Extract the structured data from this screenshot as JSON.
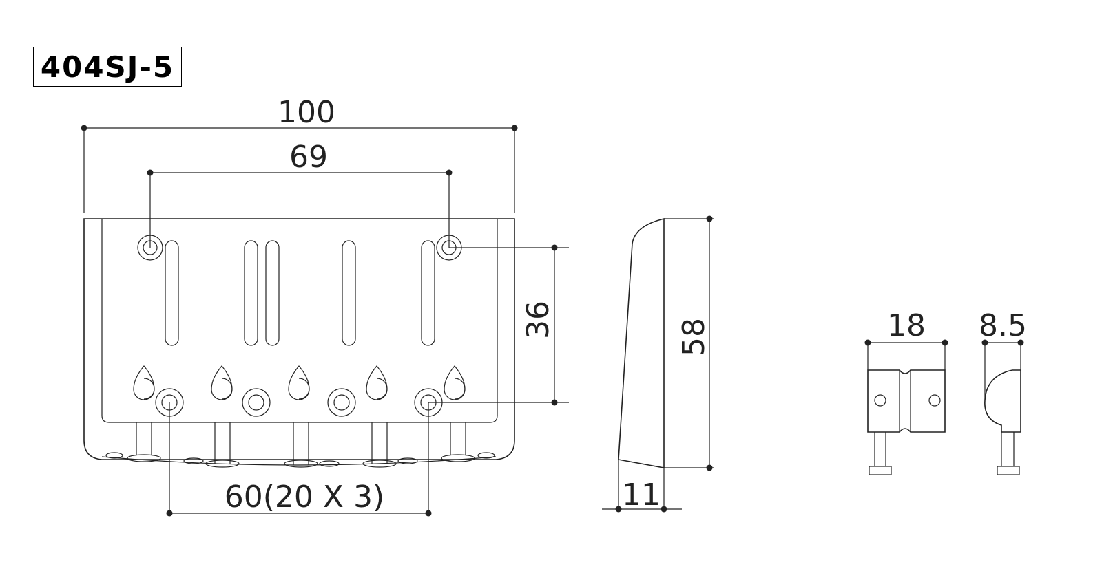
{
  "model": "404SJ-5",
  "dimensions": {
    "overall_width": "100",
    "mount_span": "69",
    "string_spacing": "60(20 X 3)",
    "mount_height": "36",
    "side_height": "58",
    "side_depth": "11",
    "saddle_width": "18",
    "saddle_depth": "8.5"
  }
}
